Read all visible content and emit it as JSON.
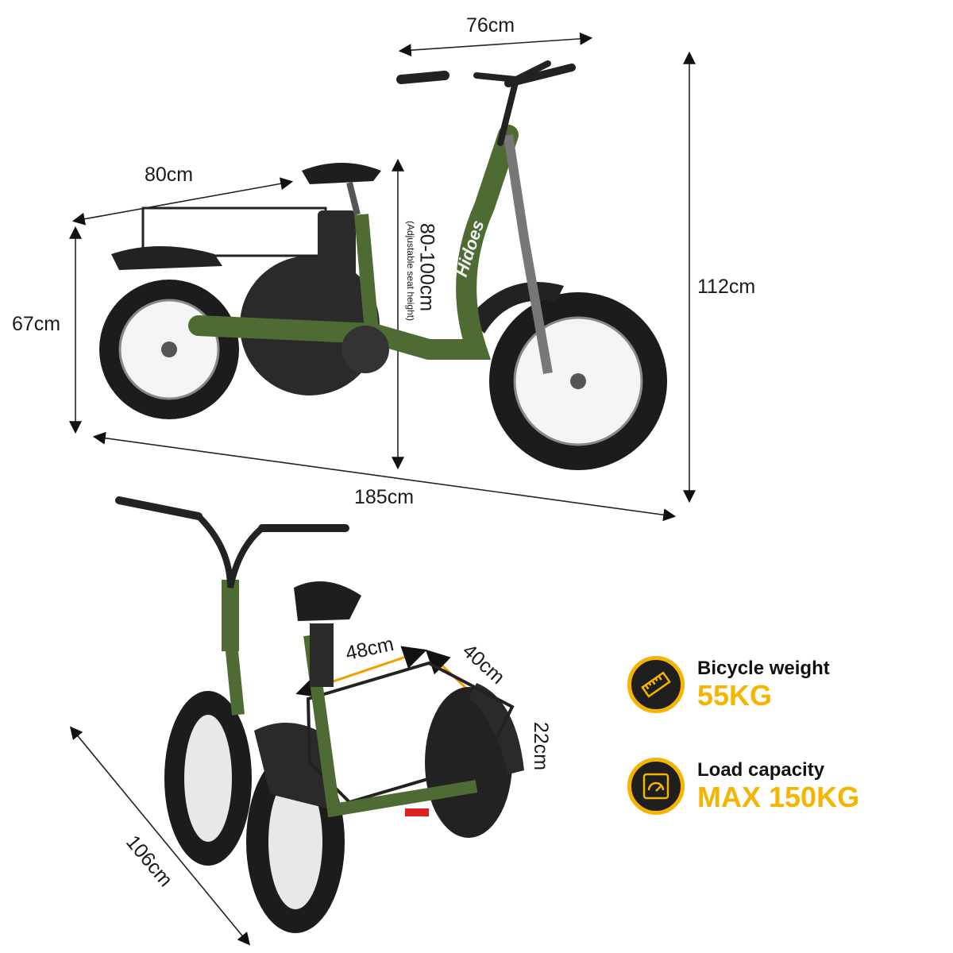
{
  "brand": "Hidoes",
  "dimensions": {
    "handlebar_width": "76cm",
    "total_height": "112cm",
    "basket_length_side": "80cm",
    "rear_height": "67cm",
    "seat_height": "80-100cm",
    "seat_height_note": "(Adjustable seat height)",
    "total_length": "185cm",
    "basket_width": "48cm",
    "basket_depth": "40cm",
    "basket_height": "22cm",
    "rear_width": "106cm"
  },
  "specs": [
    {
      "icon": "ruler-icon",
      "label": "Bicycle weight",
      "value": "55KG"
    },
    {
      "icon": "scale-gauge-icon",
      "label": "Load capacity",
      "value": "MAX 150KG"
    }
  ],
  "colors": {
    "accent": "#f5b400",
    "frame": "#4e6b34",
    "badge": "#1f1f1f"
  }
}
